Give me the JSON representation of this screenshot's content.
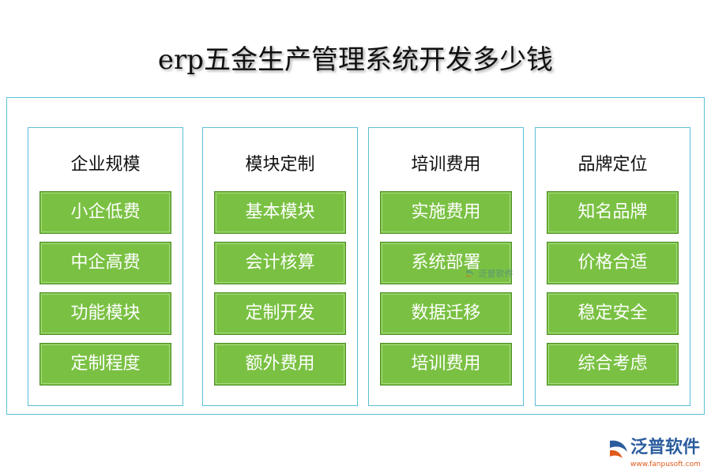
{
  "title": "erp五金生产管理系统开发多少钱",
  "columns": [
    {
      "heading": "企业规模",
      "items": [
        "小企低费",
        "中企高费",
        "功能模块",
        "定制程度"
      ]
    },
    {
      "heading": "模块定制",
      "items": [
        "基本模块",
        "会计核算",
        "定制开发",
        "额外费用"
      ]
    },
    {
      "heading": "培训费用",
      "items": [
        "实施费用",
        "系统部署",
        "数据迁移",
        "培训费用"
      ]
    },
    {
      "heading": "品牌定位",
      "items": [
        "知名品牌",
        "价格合适",
        "稳定安全",
        "综合考虑"
      ]
    }
  ],
  "watermark": {
    "text": "泛普软件",
    "icon": "fanpu-logo-icon"
  },
  "brand": {
    "name": "泛普软件",
    "url": "www.fanpusoft.com",
    "icon": "fanpu-logo-icon"
  },
  "colors": {
    "frame_border": "#5bbfd6",
    "item_fill": "#7ac143",
    "item_text": "#ffffff",
    "brand_blue": "#2b5c9e",
    "brand_orange": "#e05a1c"
  }
}
